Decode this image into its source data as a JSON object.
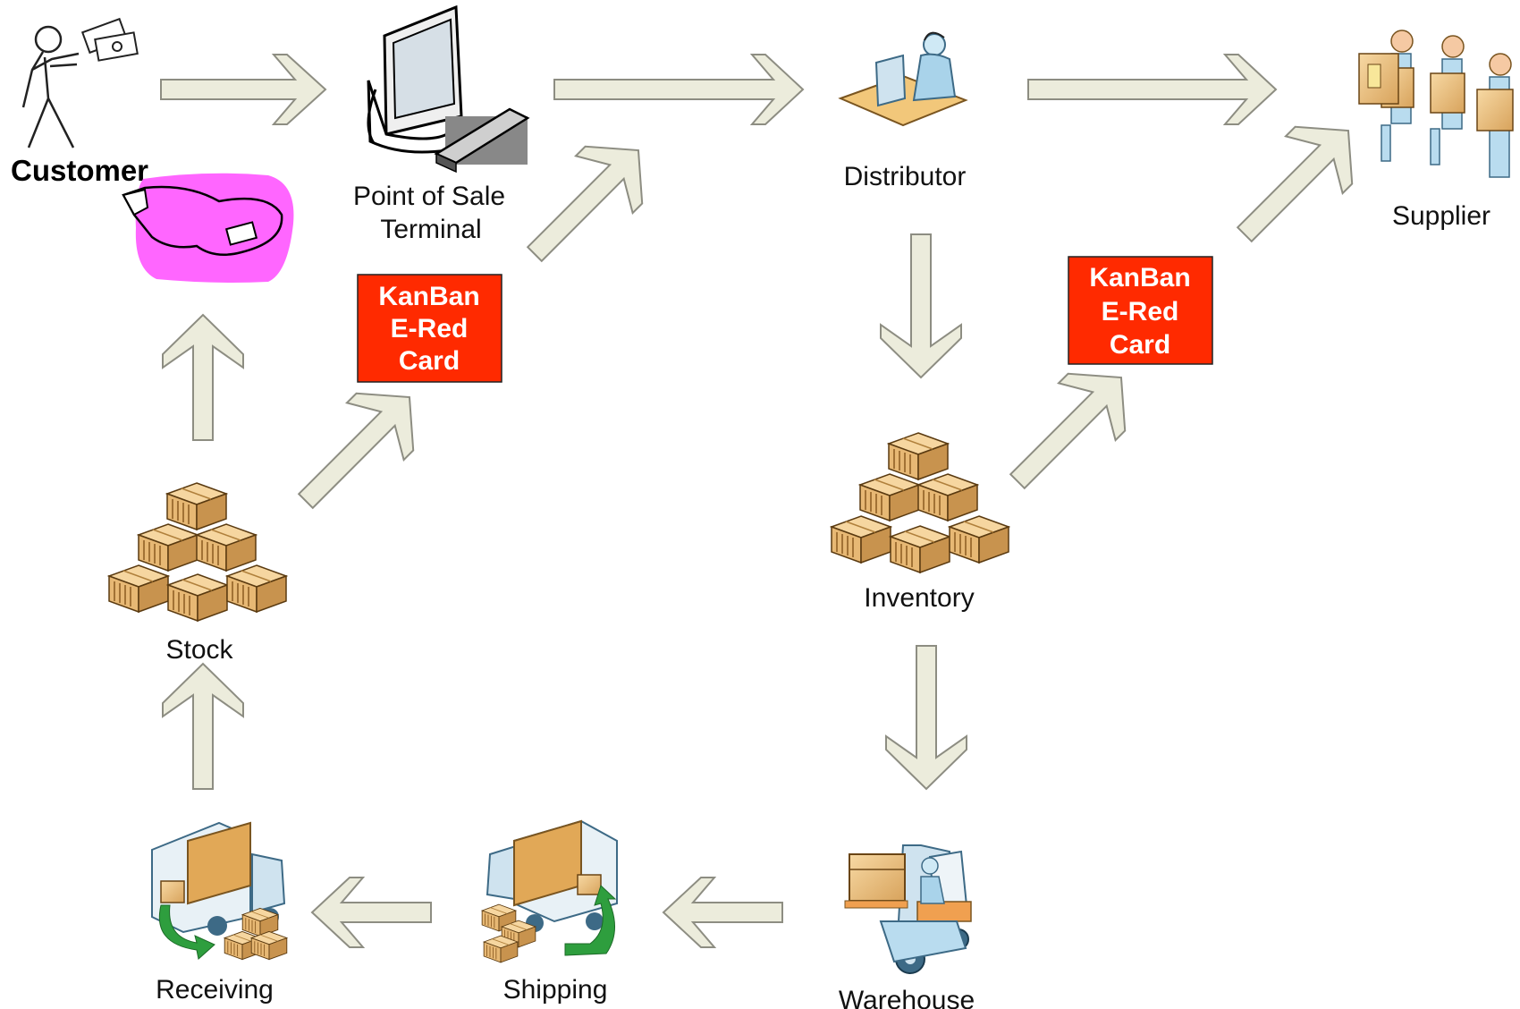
{
  "nodes": {
    "customer": "Customer",
    "pos_line1": "Point of Sale",
    "pos_line2": "Terminal",
    "distributor": "Distributor",
    "supplier": "Supplier",
    "stock": "Stock",
    "inventory": "Inventory",
    "warehouse": "Warehouse",
    "shipping": "Shipping",
    "receiving": "Receiving"
  },
  "kanban_card": {
    "line1": "KanBan",
    "line2": "E-Red",
    "line3": "Card",
    "color": "#ff2a00"
  },
  "arrow_color": "#ececdc",
  "edges": [
    {
      "from": "Customer",
      "to": "Point of Sale Terminal"
    },
    {
      "from": "Point of Sale Terminal",
      "to": "Distributor"
    },
    {
      "from": "Distributor",
      "to": "Supplier"
    },
    {
      "from": "Distributor",
      "to": "Inventory"
    },
    {
      "from": "Inventory",
      "to": "KanBan E-Red Card"
    },
    {
      "from": "KanBan E-Red Card",
      "to": "Supplier"
    },
    {
      "from": "Inventory",
      "to": "Warehouse"
    },
    {
      "from": "Warehouse",
      "to": "Shipping"
    },
    {
      "from": "Shipping",
      "to": "Receiving"
    },
    {
      "from": "Receiving",
      "to": "Stock"
    },
    {
      "from": "Stock",
      "to": "Customer"
    },
    {
      "from": "Stock",
      "to": "KanBan E-Red Card"
    },
    {
      "from": "KanBan E-Red Card",
      "to": "Point of Sale Terminal"
    }
  ]
}
